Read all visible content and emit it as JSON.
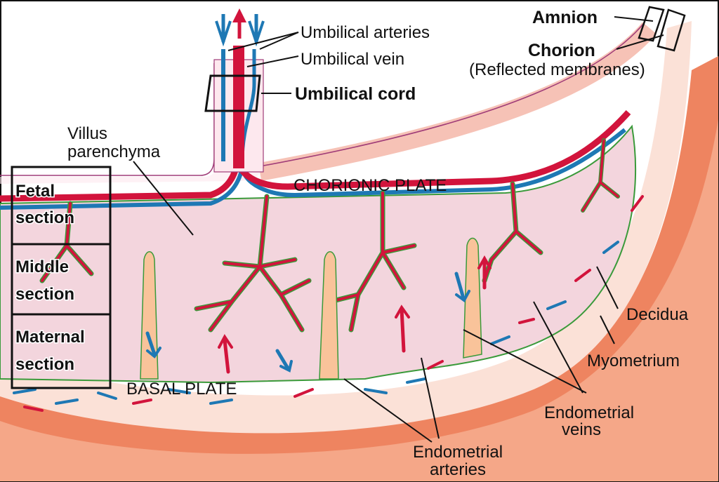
{
  "labels": {
    "umbilical_arteries": "Umbilical arteries",
    "umbilical_vein": "Umbilical vein",
    "umbilical_cord": "Umbilical cord",
    "amnion": "Amnion",
    "chorion": "Chorion",
    "reflected_membranes": "(Reflected membranes)",
    "villus_line1": "Villus",
    "villus_line2": "parenchyma",
    "chorionic_plate": "CHORIONIC PLATE",
    "basal_plate": "BASAL PLATE",
    "decidua": "Decidua",
    "myometrium": "Myometrium",
    "endometrial_veins_line1": "Endometrial",
    "endometrial_veins_line2": "veins",
    "endometrial_arteries_line1": "Endometrial",
    "endometrial_arteries_line2": "arteries"
  },
  "sections": {
    "fetal_line1": "Fetal",
    "fetal_line2": "section",
    "middle_line1": "Middle",
    "middle_line2": "section",
    "maternal_line1": "Maternal",
    "maternal_line2": "section"
  },
  "colors": {
    "artery_red": "#d2143c",
    "vein_blue": "#1e78b4",
    "villus_green": "#3a9a3a",
    "villus_fill": "#f2d3dc",
    "decidua": "#fbe0d6",
    "myometrium": "#f08a6a",
    "membrane": "#a03c78"
  }
}
